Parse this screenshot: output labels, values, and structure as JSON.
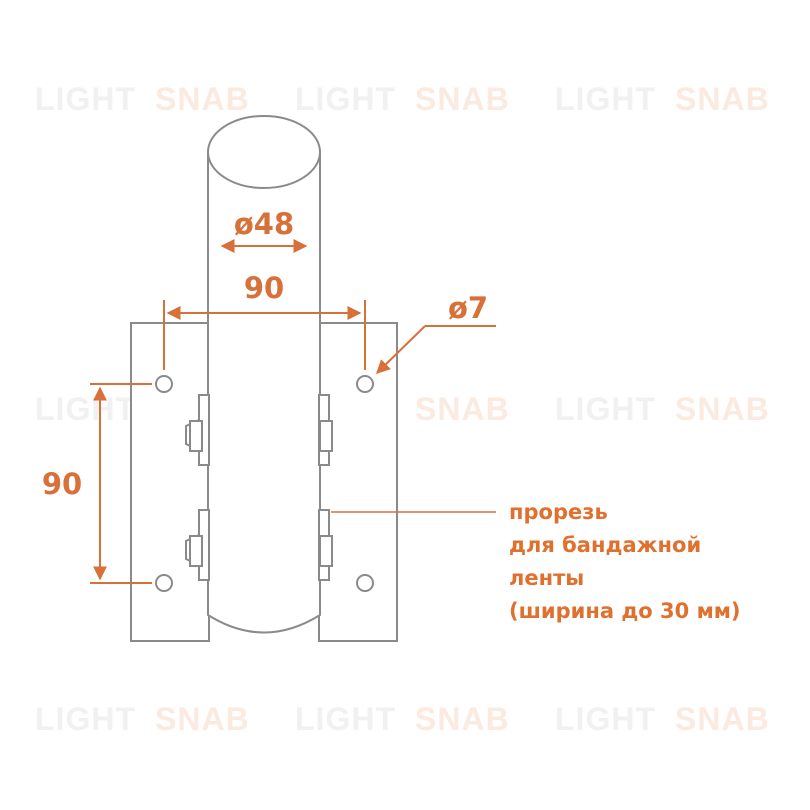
{
  "watermark": {
    "part1": "LIGHT",
    "part2": "SNAB"
  },
  "dimensions": {
    "pipe_diameter": "ø48",
    "horizontal_spacing": "90",
    "vertical_spacing": "90",
    "hole_diameter": "ø7"
  },
  "callout": {
    "lines": [
      "прорезь",
      "для бандажной",
      "ленты",
      "(ширина до 30 мм)"
    ]
  },
  "colors": {
    "accent": "#d8703a",
    "drawing_line": "#8a8a8a",
    "watermark": "#f1f1f1"
  }
}
